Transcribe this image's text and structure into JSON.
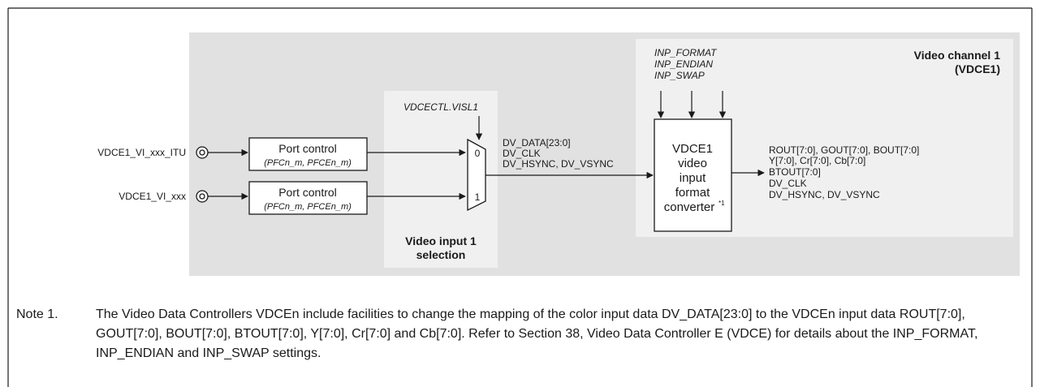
{
  "diagram": {
    "channel_title_line1": "Video channel 1",
    "channel_title_line2": "(VDCE1)",
    "inputs": [
      {
        "pin": "VDCE1_VI_xxx_ITU",
        "block_label": "Port control",
        "block_sub": "(PFCn_m, PFCEn_m)",
        "mux_port": "0"
      },
      {
        "pin": "VDCE1_VI_xxx",
        "block_label": "Port control",
        "block_sub": "(PFCn_m, PFCEn_m)",
        "mux_port": "1"
      }
    ],
    "mux_select_label": "VDCECTL.VISL1",
    "selection_title_line1": "Video input 1",
    "selection_title_line2": "selection",
    "bus_signals": [
      "DV_DATA[23:0]",
      "DV_CLK",
      "DV_HSYNC, DV_VSYNC"
    ],
    "config_signals": [
      "INP_FORMAT",
      "INP_ENDIAN",
      "INP_SWAP"
    ],
    "converter_lines": [
      "VDCE1",
      "video",
      "input",
      "format",
      "converter"
    ],
    "converter_footnote": "*1",
    "output_signals": [
      "ROUT[7:0], GOUT[7:0], BOUT[7:0]",
      "Y[7:0], Cr[7:0], Cb[7:0]",
      "BTOUT[7:0]",
      "DV_CLK",
      "DV_HSYNC, DV_VSYNC"
    ]
  },
  "note": {
    "label": "Note 1.",
    "text": "The Video Data Controllers VDCEn include facilities to change the mapping of the color input data DV_DATA[23:0] to the VDCEn input data ROUT[7:0], GOUT[7:0], BOUT[7:0], BTOUT[7:0], Y[7:0], Cr[7:0] and Cb[7:0]. Refer to Section 38, Video Data Controller E (VDCE) for details about the INP_FORMAT, INP_ENDIAN and INP_SWAP settings."
  }
}
